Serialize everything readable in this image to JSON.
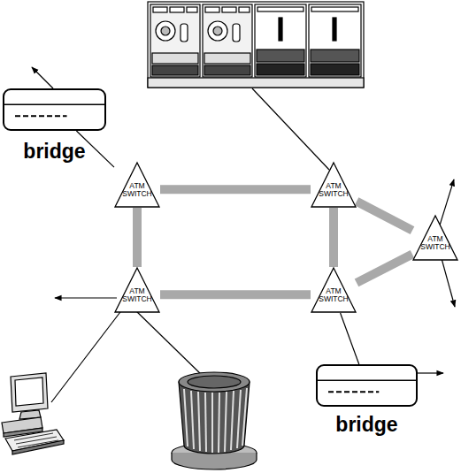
{
  "diagram": {
    "nodes": [
      {
        "text": [
          "bridge"
        ]
      },
      {
        "text": [
          "ATM SWITCH"
        ]
      },
      {
        "text": [
          "ATM SWITCH"
        ]
      },
      {
        "text": [
          "ATM SWITCH"
        ]
      },
      {
        "text": [
          "ATM SWITCH"
        ]
      },
      {
        "text": [
          "ATM SWITCH"
        ]
      },
      {
        "text": [
          "bridge"
        ]
      }
    ],
    "edges": [
      {
        "from": 0,
        "to": 1,
        "arrow": "none"
      },
      {
        "from": 1,
        "to": 2,
        "arrow": "none"
      },
      {
        "from": 2,
        "to": 5,
        "arrow": "none"
      },
      {
        "from": 5,
        "to": 4,
        "arrow": "none"
      },
      {
        "from": 4,
        "to": 1,
        "arrow": "none"
      },
      {
        "from": 2,
        "to": 3,
        "arrow": "none"
      },
      {
        "from": 5,
        "to": 3,
        "arrow": "none"
      },
      {
        "from": 5,
        "to": 6,
        "arrow": "none"
      }
    ]
  }
}
